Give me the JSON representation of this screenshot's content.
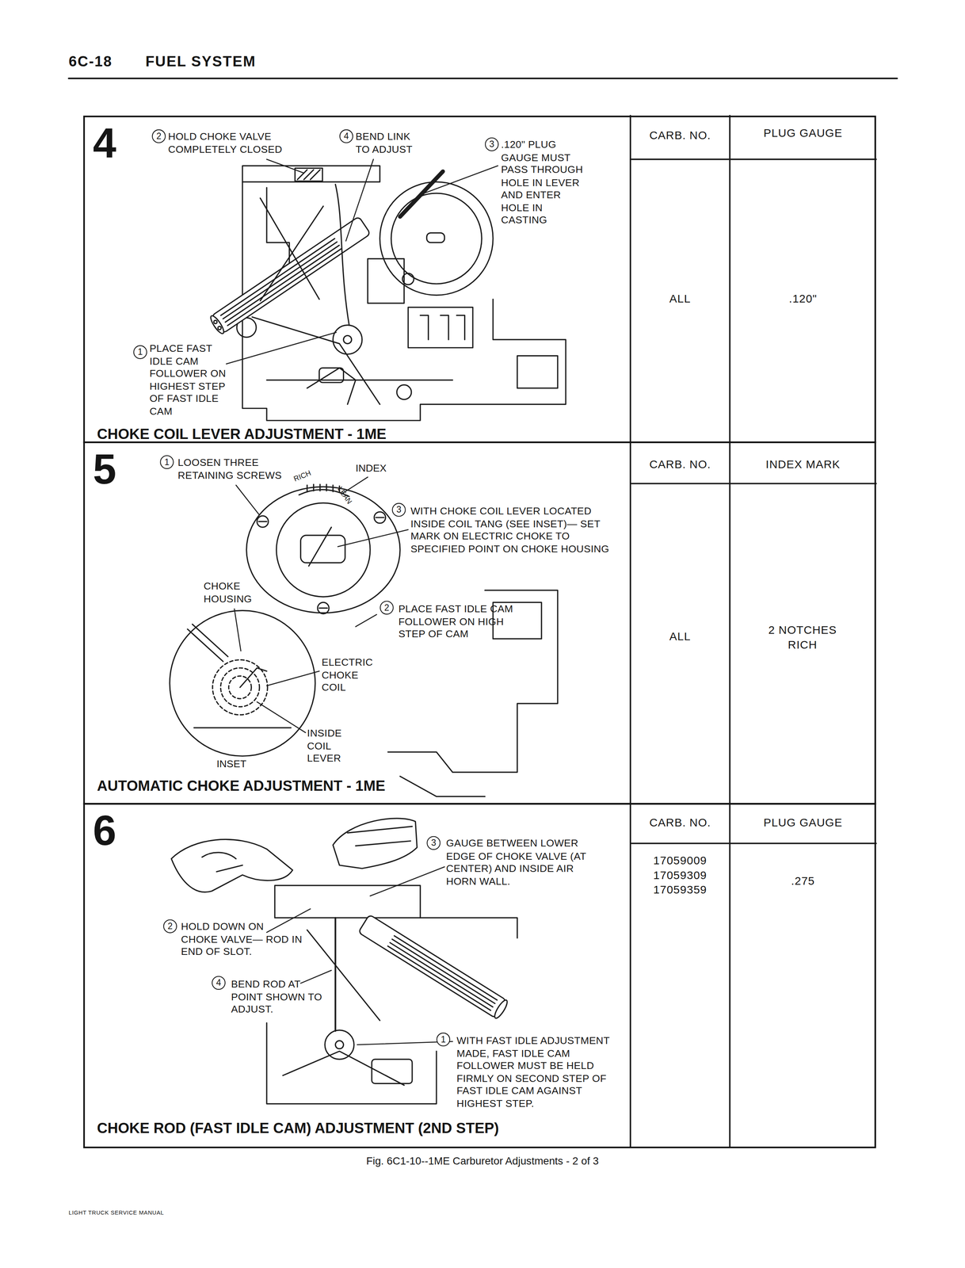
{
  "diagram": {
    "title": "FUEL SYSTEM",
    "caption": "Fig. 6C1-10--1ME Carburetor Adjustments - 2 of 3",
    "nodes": [
      {
        "text": [
          "4",
          "CHOKE COIL LEVER ADJUSTMENT - 1ME"
        ]
      },
      {
        "text": [
          "5",
          "AUTOMATIC CHOKE ADJUSTMENT - 1ME"
        ]
      },
      {
        "text": [
          "6",
          "CHOKE ROD (FAST IDLE CAM) ADJUSTMENT (2ND STEP)"
        ]
      }
    ],
    "labels": [
      "6C-18",
      "2",
      "HOLD CHOKE VALVE COMPLETELY CLOSED",
      "4",
      "BEND LINK TO ADJUST",
      "3",
      ".120\" PLUG GAUGE MUST PASS THROUGH HOLE IN LEVER AND ENTER HOLE IN CASTING",
      "1",
      "PLACE FAST IDLE CAM FOLLOWER ON HIGHEST STEP OF FAST IDLE CAM",
      "CARB. NO.",
      "PLUG GAUGE",
      "ALL",
      ".120\"",
      "1",
      "LOOSEN THREE RETAINING SCREWS",
      "RICH",
      "LEAN",
      "INDEX",
      "3",
      "WITH CHOKE COIL LEVER LOCATED INSIDE COIL TANG (SEE INSET)— SET MARK ON ELECTRIC CHOKE TO SPECIFIED POINT ON CHOKE HOUSING",
      "CHOKE HOUSING",
      "2",
      "PLACE FAST IDLE CAM FOLLOWER ON HIGH STEP OF CAM",
      "ELECTRIC CHOKE COIL",
      "INSIDE COIL LEVER",
      "INSET",
      "CARB. NO.",
      "INDEX MARK",
      "ALL",
      "2 NOTCHES RICH",
      "3",
      "GAUGE BETWEEN LOWER EDGE OF CHOKE VALVE (AT CENTER) AND INSIDE AIR HORN WALL.",
      "2",
      "HOLD DOWN ON CHOKE VALVE— ROD IN END OF SLOT.",
      "4",
      "BEND ROD AT POINT SHOWN TO ADJUST.",
      "1",
      "WITH FAST IDLE ADJUSTMENT MADE, FAST IDLE CAM FOLLOWER MUST BE HELD FIRMLY ON SECOND STEP OF FAST IDLE CAM AGAINST HIGHEST STEP.",
      "CARB. NO.",
      "PLUG GAUGE",
      "17059009 17059309 17059359",
      ".275",
      "LIGHT TRUCK SERVICE MANUAL"
    ]
  }
}
